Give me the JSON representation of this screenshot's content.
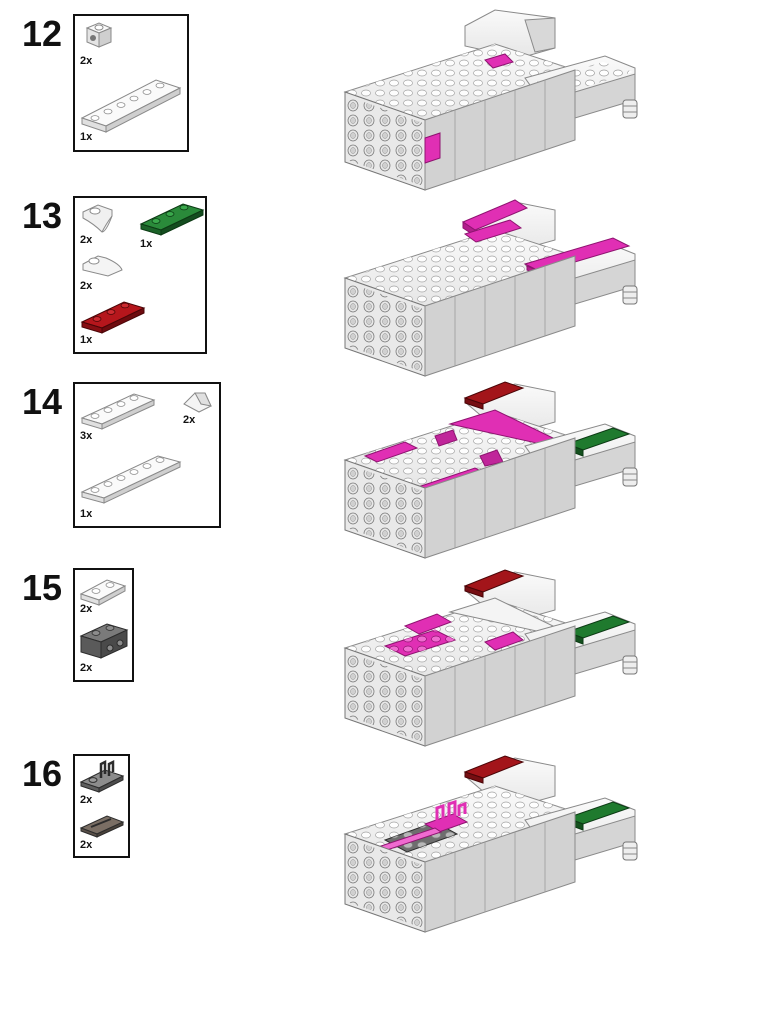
{
  "steps": [
    {
      "number": "12",
      "parts": [
        {
          "qty": "2x"
        },
        {
          "qty": "1x"
        }
      ]
    },
    {
      "number": "13",
      "parts": [
        {
          "qty": "2x"
        },
        {
          "qty": "1x"
        },
        {
          "qty": "2x"
        },
        {
          "qty": "1x"
        }
      ]
    },
    {
      "number": "14",
      "parts": [
        {
          "qty": "3x"
        },
        {
          "qty": "2x"
        },
        {
          "qty": "1x"
        }
      ]
    },
    {
      "number": "15",
      "parts": [
        {
          "qty": "2x"
        },
        {
          "qty": "2x"
        }
      ]
    },
    {
      "number": "16",
      "parts": [
        {
          "qty": "2x"
        },
        {
          "qty": "2x"
        }
      ]
    }
  ],
  "colors": {
    "white": "#f2f2f2",
    "outline": "#8a8a8a",
    "magenta": "#e02fb4",
    "green": "#1f7a2e",
    "darkred": "#a3151a",
    "darkgray": "#6e6e6e",
    "midgray": "#9a9a9a"
  }
}
